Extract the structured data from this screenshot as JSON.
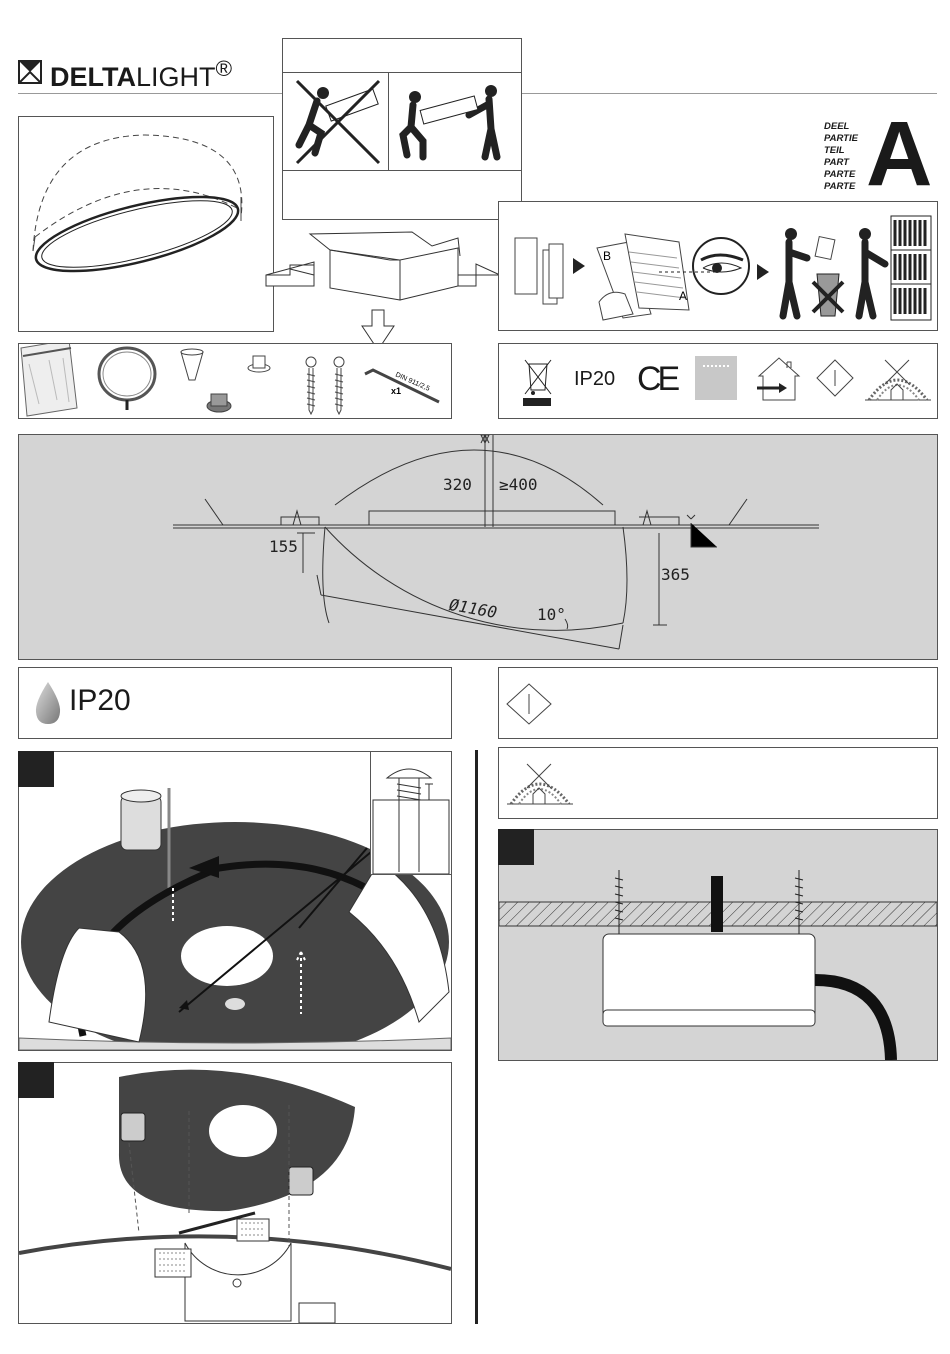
{
  "brand": {
    "name_bold": "DELTA",
    "name_light": "LIGHT",
    "mark": "®"
  },
  "part_labels": [
    "DEEL",
    "PARTIE",
    "TEIL",
    "PART",
    "PARTE",
    "PARTE"
  ],
  "part_letter": "A",
  "carry_panel": {
    "icons": [
      "one-person-lifting-prohibited-icon",
      "two-person-lift-icon"
    ]
  },
  "box_panel": {
    "icon": "open-carton-box-icon"
  },
  "contents": {
    "items": [
      "plastic-bag-icon",
      "cable-coil-icon",
      "cone-cap-icon",
      "knob-icon",
      "grommet-icon",
      "wood-screw-icon",
      "wood-screw-icon",
      "allen-key-icon"
    ],
    "allen_key_label": "DIN 911/2,5",
    "allen_key_qty": "x1"
  },
  "reading_steps": {
    "sheet_labels": [
      "B",
      "A"
    ]
  },
  "symbols": {
    "ip_rating": "IP20",
    "ce": "CE",
    "icons": [
      "weee-bin-icon",
      "ce-mark-icon",
      "gray-card-icon",
      "indoor-use-icon",
      "class-i-diamond-icon",
      "no-insulation-cover-icon"
    ]
  },
  "dimensions": {
    "dome_height": "320",
    "clearance": "≥400",
    "offset": "155",
    "height": "365",
    "diameter": "Ø1160",
    "angle": "10°"
  },
  "ip_banner": {
    "label": "IP20"
  },
  "colors": {
    "panel_gray": "#d4d4d4",
    "dark": "#222222",
    "accent_gray": "#555555"
  }
}
